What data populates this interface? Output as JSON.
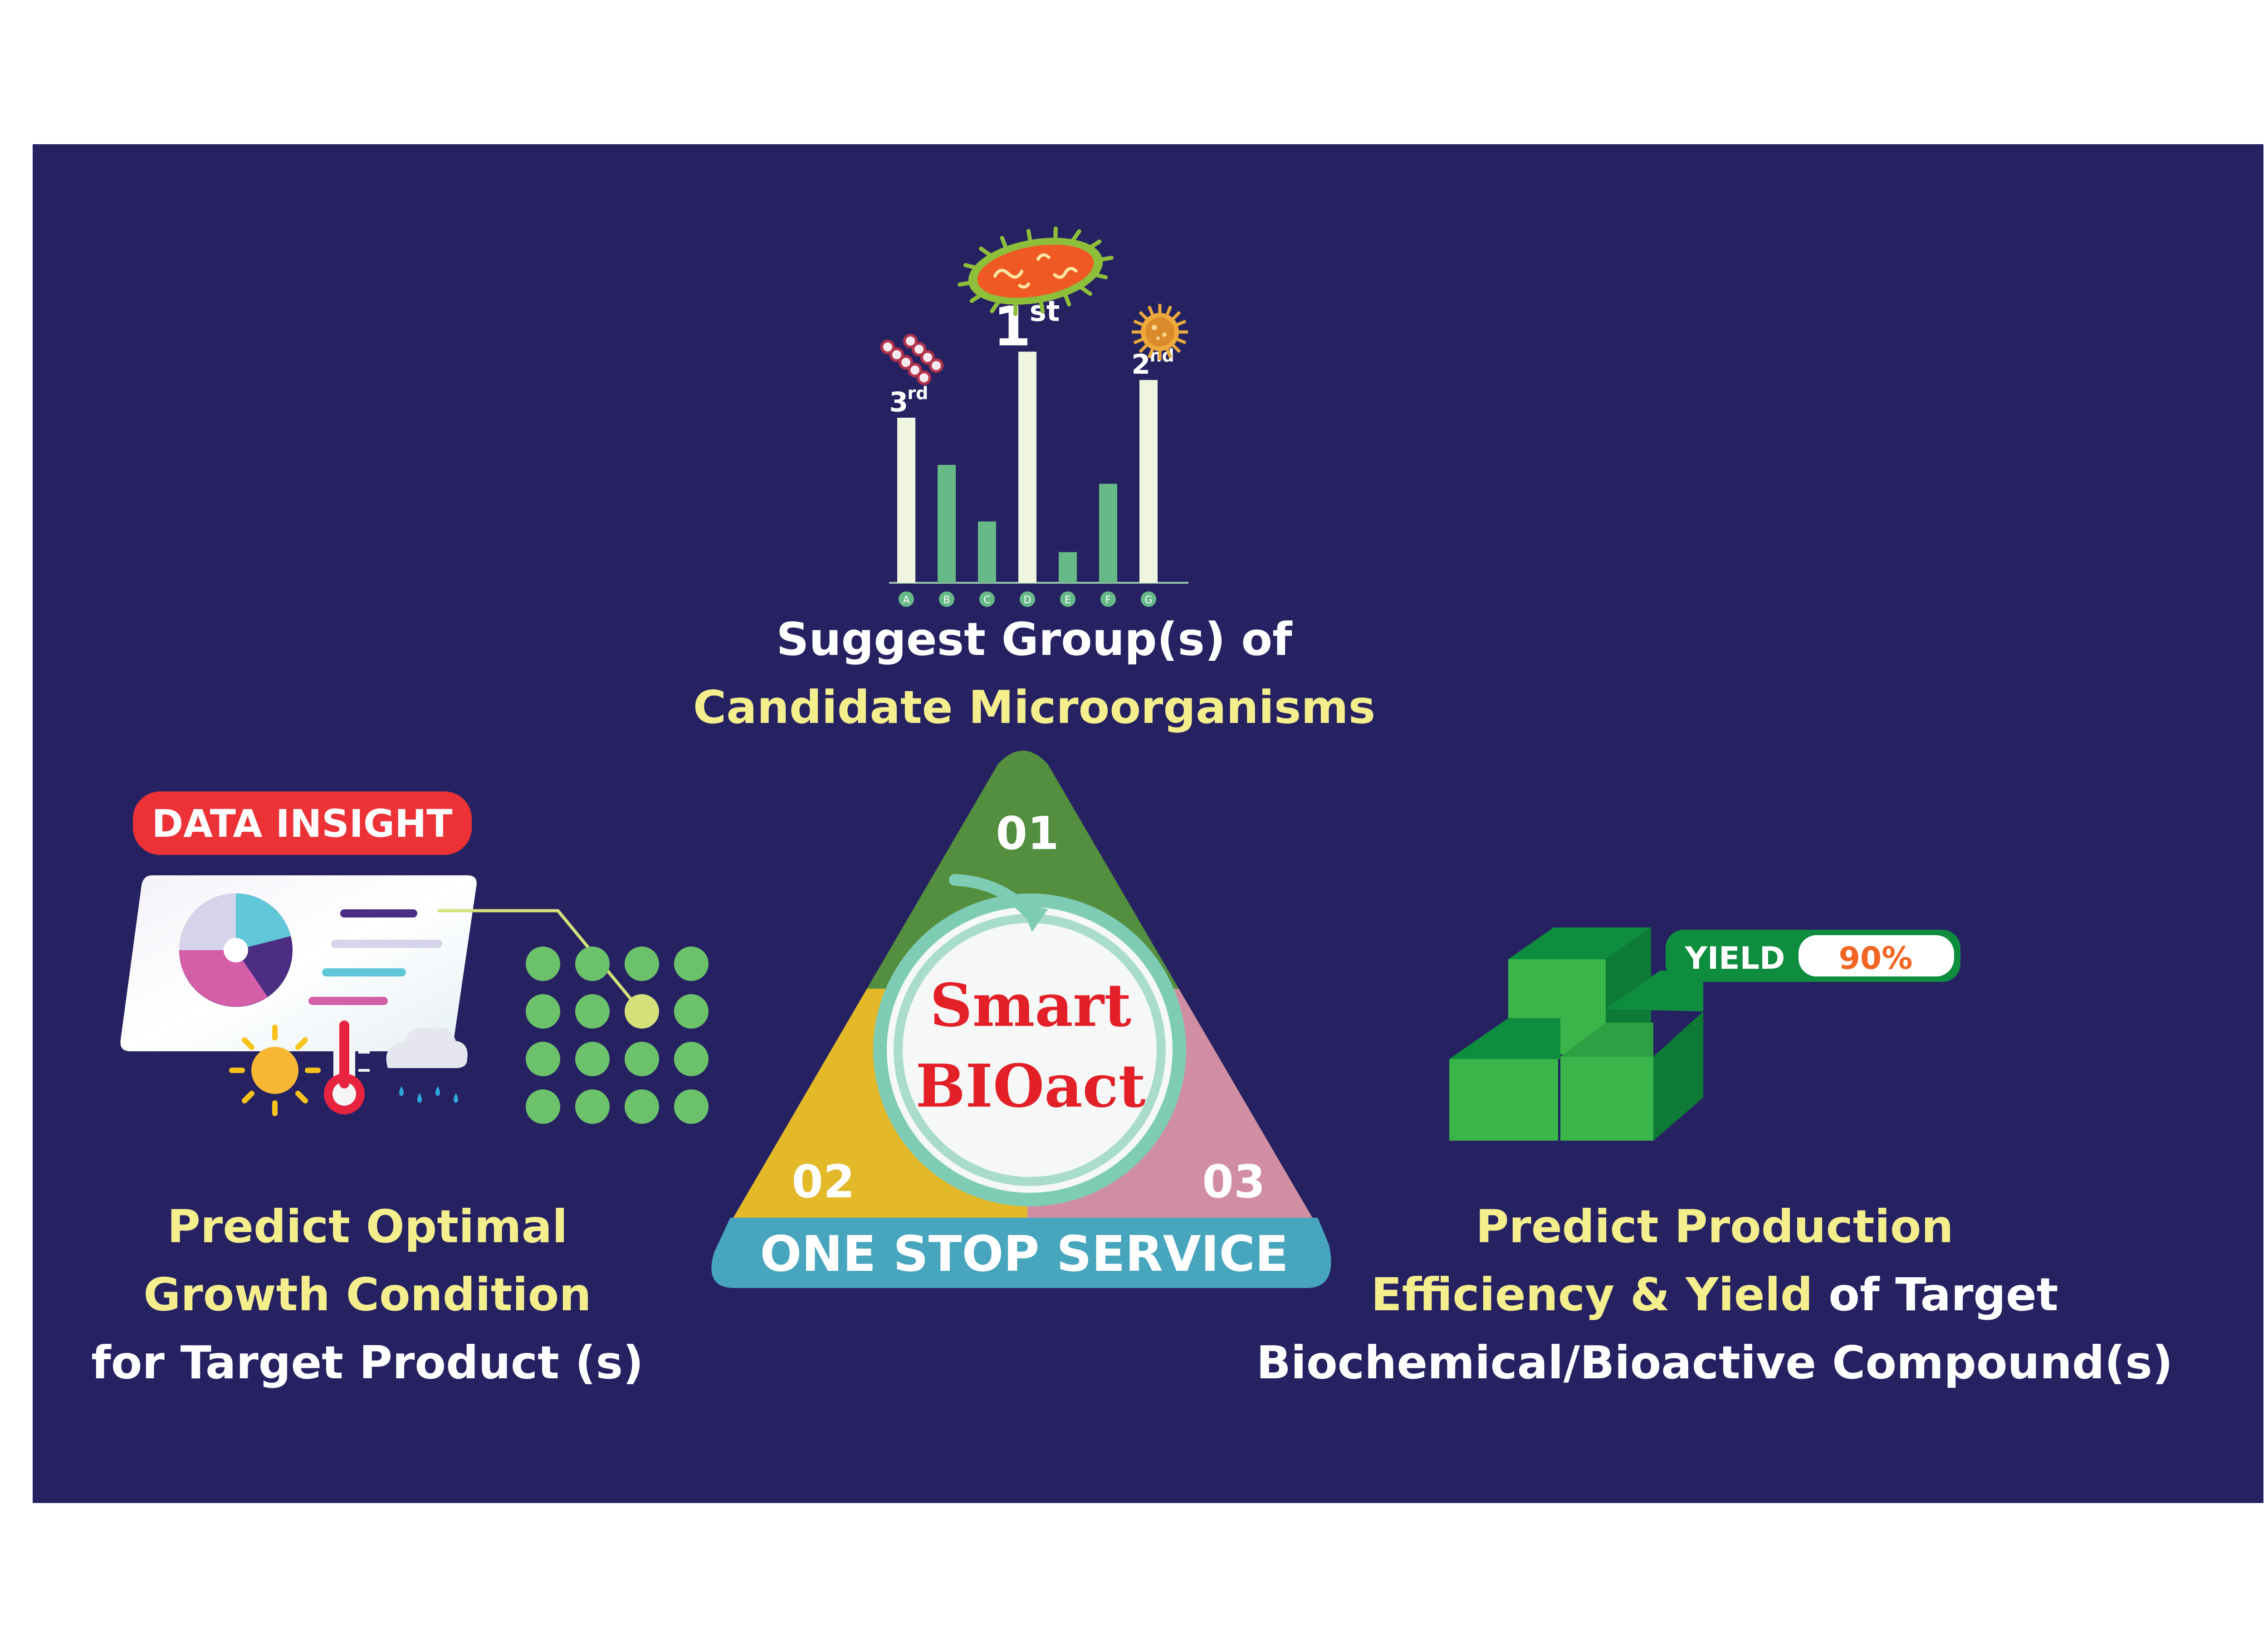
{
  "colors": {
    "background": "#262262",
    "highlight_text": "#f4ee8c",
    "triangle_top": "#548e3f",
    "triangle_left": "#e3b929",
    "triangle_right": "#d18ea3",
    "triangle_band": "#48a5be",
    "logo_text": "#e32028",
    "badge_red": "#ec3237",
    "cube_green": "#3ab54a",
    "yield_badge": "#0f8d3f",
    "yield_value": "#f26522"
  },
  "top_section": {
    "chart_data": {
      "type": "bar",
      "categories": [
        "A",
        "B",
        "C",
        "D",
        "E",
        "F",
        "G"
      ],
      "values": [
        7,
        5,
        2.6,
        9.8,
        1.3,
        4.2,
        8.6
      ],
      "ylim": [
        0,
        10
      ],
      "ranks": [
        {
          "category": "D",
          "number": "1",
          "suffix": "st"
        },
        {
          "category": "G",
          "number": "2",
          "suffix": "nd"
        },
        {
          "category": "A",
          "number": "3",
          "suffix": "rd"
        }
      ],
      "rank_bar_color": "#eff5de",
      "other_bar_color": "#68b988",
      "axis_dot_color": "#68b988"
    },
    "icons": [
      "bacterium-icon",
      "coccus-icon",
      "streptococcus-chain-icon"
    ],
    "caption_line1": "Suggest Group(s) of",
    "caption_line2": "Candidate Microorganisms"
  },
  "left_section": {
    "badge": "DATA INSIGHT",
    "icons": [
      "dashboard-pie-chart-icon",
      "sun-icon",
      "thermometer-icon",
      "rain-cloud-icon",
      "dot-grid-icon"
    ],
    "caption_line1": "Predict Optimal",
    "caption_line2": "Growth Condition",
    "caption_line3": "for Target Product (s)"
  },
  "center_section": {
    "segment1": "01",
    "segment2": "02",
    "segment3": "03",
    "logo_line1": "Smart",
    "logo_line2": "BIOact",
    "band_text": "ONE STOP SERVICE",
    "icons": [
      "swirl-circle-icon"
    ]
  },
  "right_section": {
    "yield_label": "YIELD",
    "yield_value": "90%",
    "yield_fraction": 0.9,
    "icons": [
      "stacked-cubes-icon"
    ],
    "caption_line1": "Predict Production",
    "caption_line2a": "Efficiency & Yield",
    "caption_line2b": " of Target",
    "caption_line3": "Biochemical/Bioactive Compound(s)"
  }
}
